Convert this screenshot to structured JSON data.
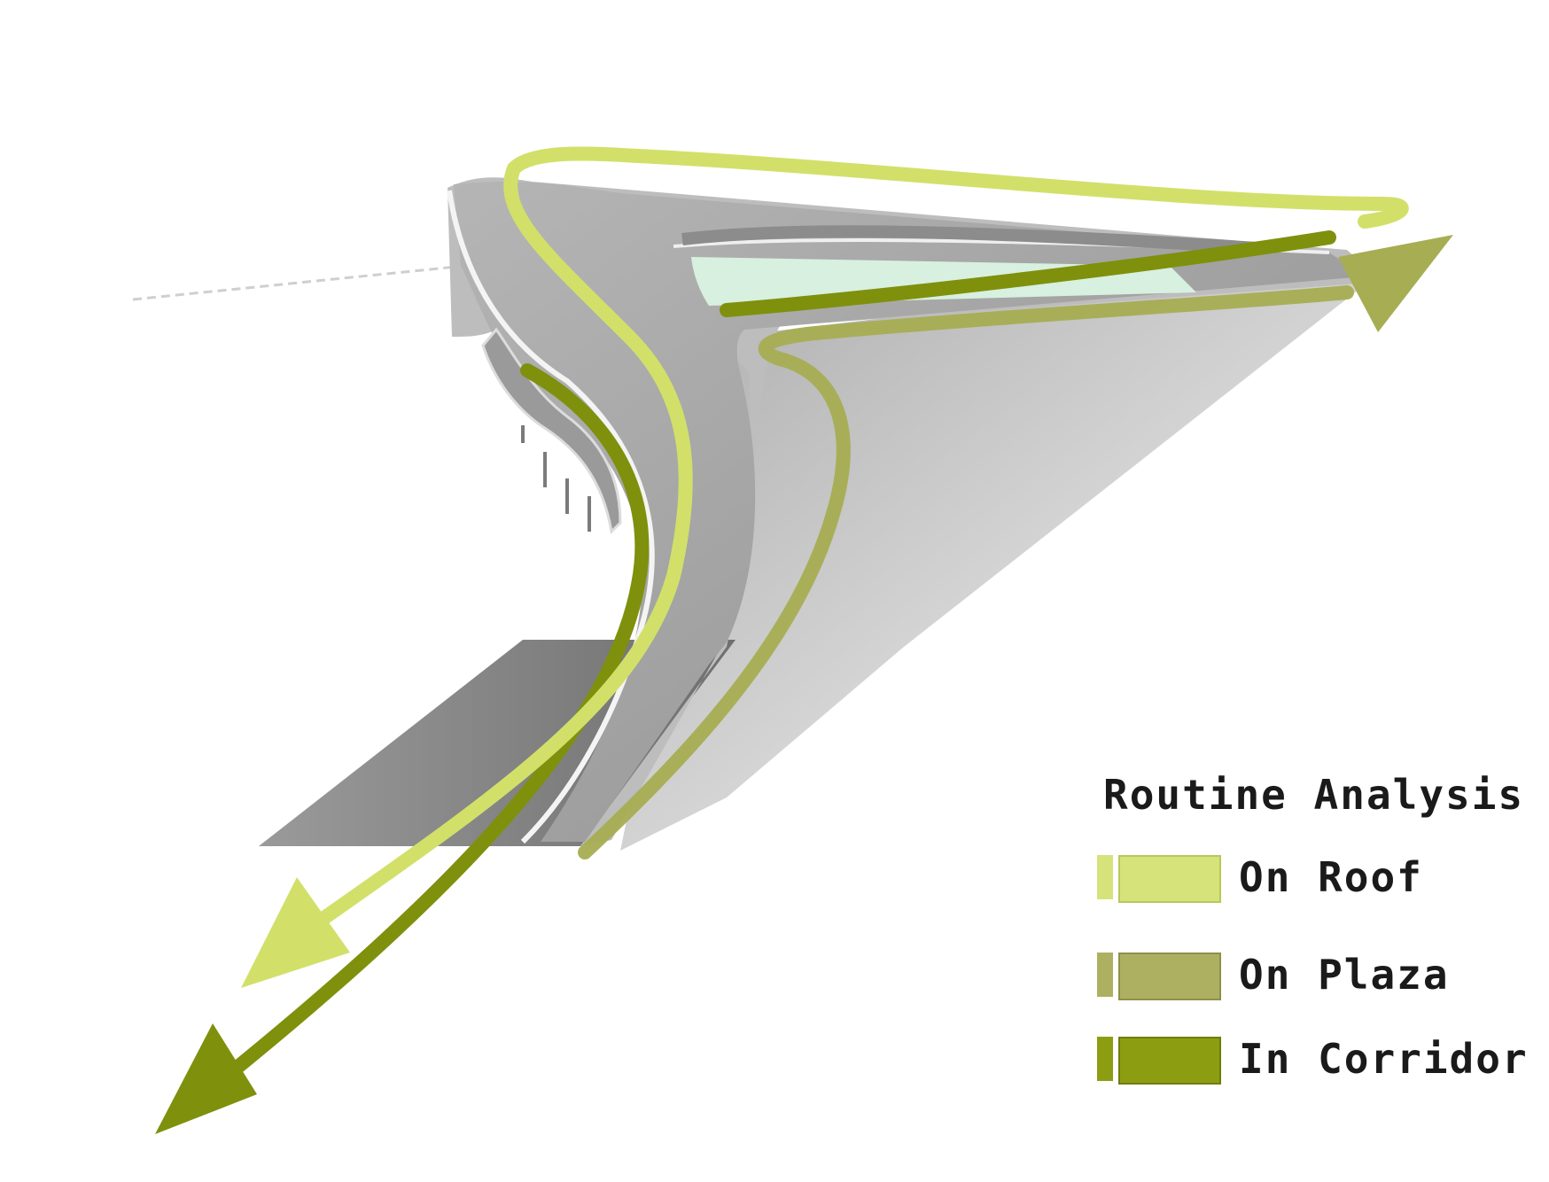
{
  "legend": {
    "title": "Routine Analysis",
    "items": [
      {
        "label": "On Roof",
        "color": "#d6e37a",
        "edge": "#b9c85a"
      },
      {
        "label": "On Plaza",
        "color": "#aeb061",
        "edge": "#8e9048"
      },
      {
        "label": "In Corridor",
        "color": "#8d9d12",
        "edge": "#6f7d0a"
      }
    ]
  },
  "colors": {
    "roof_route": "#d2e06a",
    "plaza_route": "#a7ad52",
    "corridor_route": "#7f900c",
    "building_top": "#a9a9a9",
    "building_side": "#c8c8c8",
    "glass": "#d8f0df"
  }
}
